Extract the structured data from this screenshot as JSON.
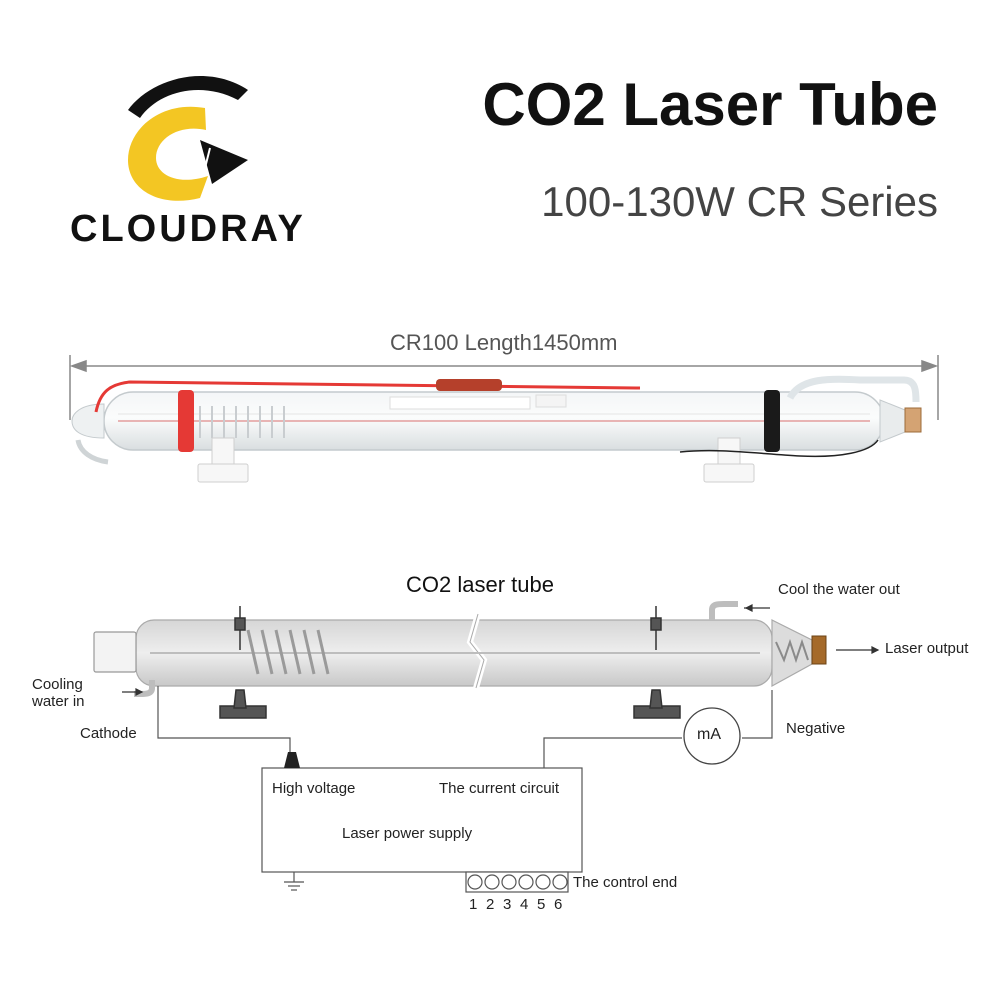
{
  "brand": {
    "name": "CLOUDRAY",
    "colors": {
      "yellow": "#f3c623",
      "black": "#111111"
    }
  },
  "header": {
    "title": "CO2 Laser Tube",
    "subtitle": "100-130W CR Series"
  },
  "product_photo": {
    "length_label": "CR100 Length1450mm"
  },
  "diagram": {
    "title": "CO2 laser tube",
    "labels": {
      "cool_water_out": "Cool the water out",
      "laser_output": "Laser output",
      "cooling_water_in_line1": "Cooling",
      "cooling_water_in_line2": "water in",
      "cathode": "Cathode",
      "negative": "Negative",
      "meter": "mA",
      "high_voltage": "High voltage",
      "current_circuit": "The current circuit",
      "power_supply": "Laser power supply",
      "control_end": "The control end"
    },
    "terminals": [
      "1",
      "2",
      "3",
      "4",
      "5",
      "6"
    ]
  }
}
